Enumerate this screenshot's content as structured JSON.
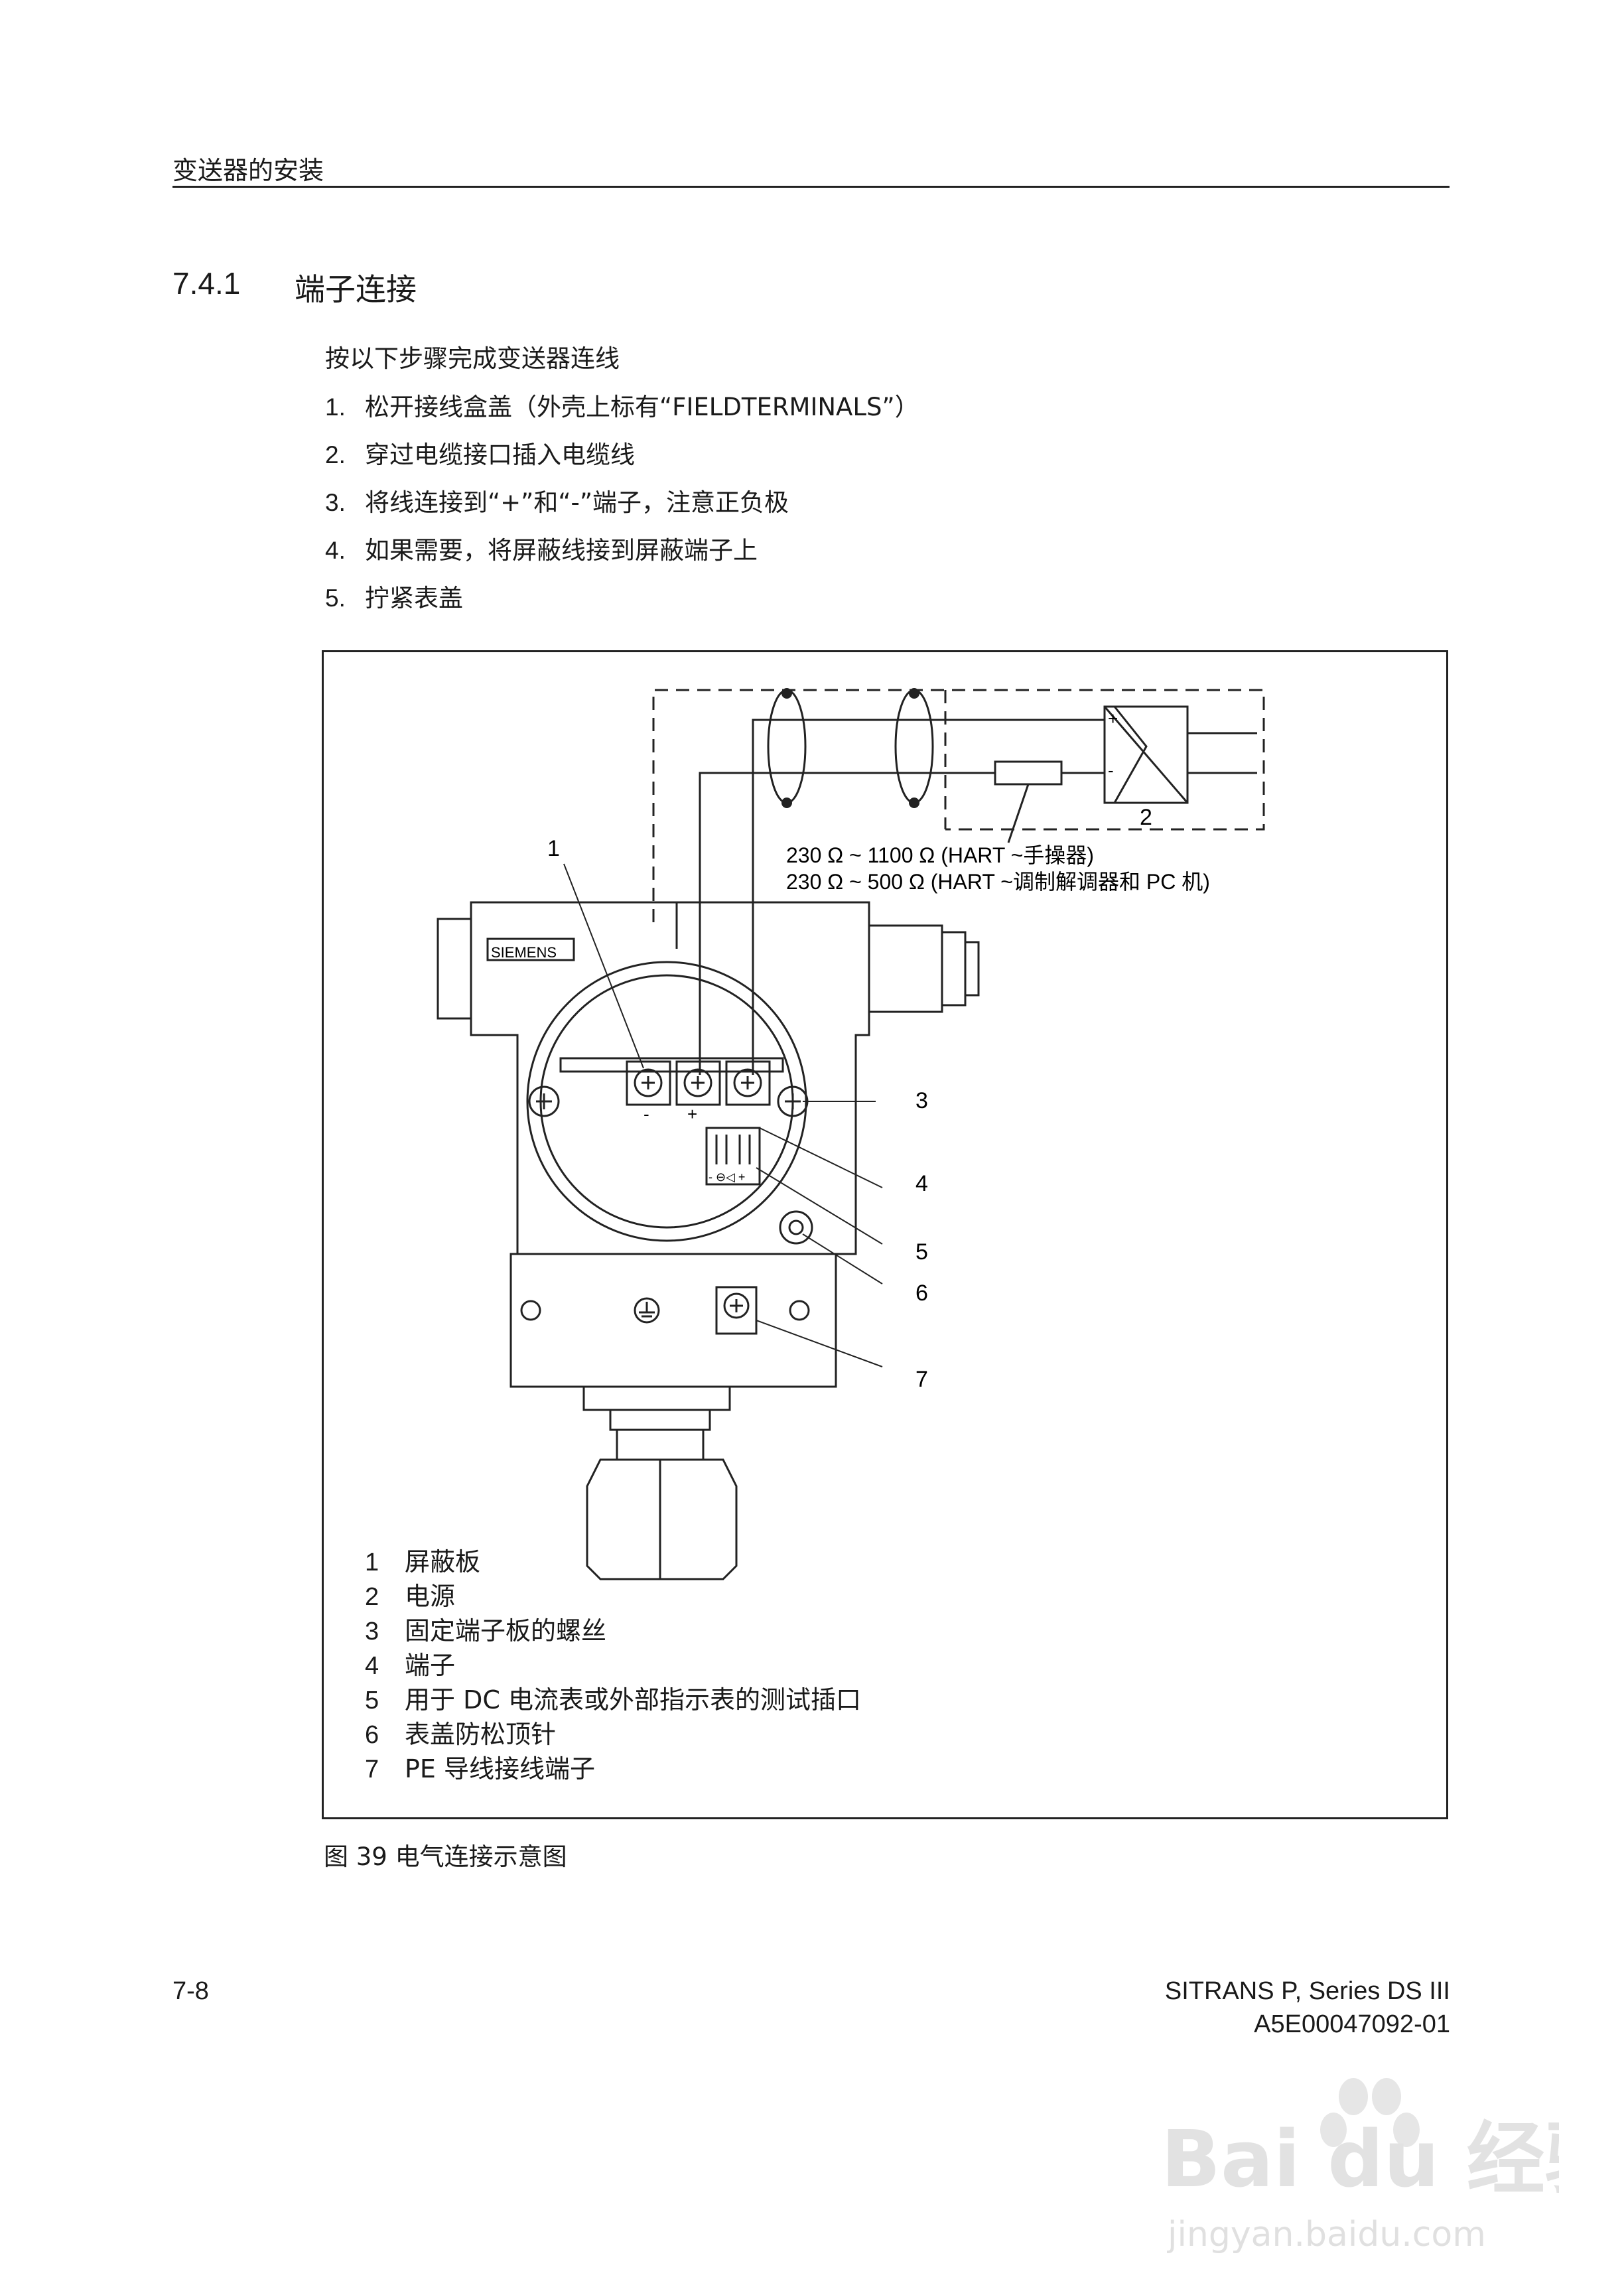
{
  "header": {
    "running_title": "变送器的安装"
  },
  "section": {
    "number": "7.4.1",
    "title": "端子连接"
  },
  "intro": "按以下步骤完成变送器连线",
  "steps": [
    {
      "num": "1.",
      "text": "松开接线盒盖（外壳上标有“FIELDTERMINALS”）"
    },
    {
      "num": "2.",
      "text": "穿过电缆接口插入电缆线"
    },
    {
      "num": "3.",
      "text": "将线连接到“+”和“-”端子，注意正负极"
    },
    {
      "num": "4.",
      "text": "如果需要，将屏蔽线接到屏蔽端子上"
    },
    {
      "num": "5.",
      "text": "拧紧表盖"
    }
  ],
  "figure": {
    "callouts": [
      "1",
      "2",
      "3",
      "4",
      "5",
      "6",
      "7"
    ],
    "resistance_lines": [
      "230 Ω  ~   1100 Ω (HART ~手操器)",
      "230 Ω  ~    500 Ω (HART ~调制解调器和 PC 机)"
    ],
    "brand_label": "SIEMENS",
    "supply_plus": "+",
    "supply_minus": "-",
    "terminal_plus": "+",
    "terminal_minus": "-",
    "test_socket_label": "- ⊖◁ +",
    "legend": [
      {
        "num": "1",
        "text": "屏蔽板"
      },
      {
        "num": "2",
        "text": "电源"
      },
      {
        "num": "3",
        "text": "固定端子板的螺丝"
      },
      {
        "num": "4",
        "text": "端子"
      },
      {
        "num": "5",
        "text": "用于 DC 电流表或外部指示表的测试插口"
      },
      {
        "num": "6",
        "text": "表盖防松顶针"
      },
      {
        "num": "7",
        "text": "PE 导线接线端子"
      }
    ],
    "caption": "图 39  电气连接示意图"
  },
  "footer": {
    "page_number": "7-8",
    "product": "SITRANS P, Series DS III",
    "doc_id": "A5E00047092-01"
  },
  "watermark": {
    "brand": "Bai du 经验",
    "url": "jingyan.baidu.com"
  }
}
